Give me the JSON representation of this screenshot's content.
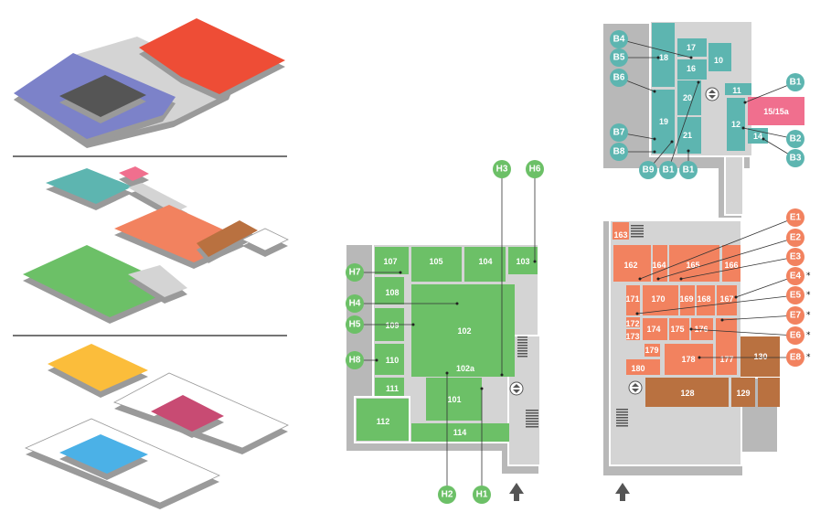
{
  "colors": {
    "green": "#6cc067",
    "teal": "#5db5b0",
    "orange": "#f2825f",
    "brown": "#b97140",
    "pink": "#f06f8e",
    "red": "#ee4d36",
    "violet": "#7c82c9",
    "yellow": "#fbbd3b",
    "magenta": "#c84b73",
    "blue": "#4bb1e7",
    "grey": "#d4d4d4",
    "wall": "#a9a9a9"
  },
  "ground_floor": {
    "rooms": [
      "107",
      "105",
      "104",
      "103",
      "108",
      "109",
      "110",
      "111",
      "112",
      "102a",
      "102",
      "101",
      "114"
    ],
    "markers": [
      "H3",
      "H6",
      "H7",
      "H4",
      "H5",
      "H8",
      "H2",
      "H1"
    ]
  },
  "upper_floor": {
    "rooms": [
      "18",
      "19",
      "17",
      "16",
      "10",
      "20",
      "21",
      "11",
      "12",
      "15/15a",
      "14"
    ],
    "markers": [
      "B4",
      "B5",
      "B6",
      "B7",
      "B8",
      "B9",
      "B1",
      "B1",
      "B1",
      "B2",
      "B3"
    ]
  },
  "east_wing": {
    "rooms": [
      "163",
      "162",
      "164",
      "165",
      "166",
      "171",
      "170",
      "169",
      "168",
      "167",
      "172",
      "173",
      "174",
      "175",
      "176",
      "177",
      "178",
      "179",
      "180",
      "130",
      "128",
      "129"
    ],
    "markers": [
      "E1",
      "E2",
      "E3",
      "E4",
      "E5",
      "E7",
      "E6",
      "E8"
    ],
    "asterisk": "*"
  },
  "icons": [
    "elevator-icon",
    "entrance-arrow-icon",
    "stairs-icon"
  ]
}
